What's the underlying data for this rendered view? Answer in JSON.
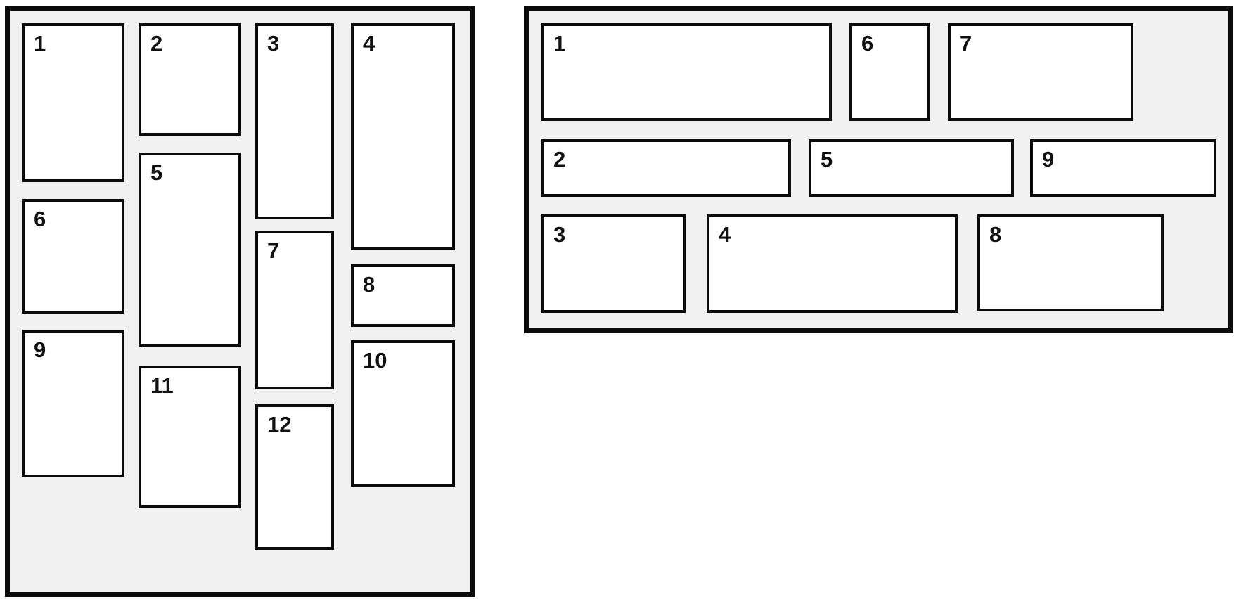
{
  "diagram": {
    "left_panel": {
      "name": "vertical-masonry-grid",
      "item_count": 12,
      "items": [
        "1",
        "2",
        "3",
        "4",
        "5",
        "6",
        "7",
        "8",
        "9",
        "10",
        "11",
        "12"
      ]
    },
    "right_panel": {
      "name": "horizontal-masonry-grid",
      "item_count": 9,
      "items": [
        "1",
        "2",
        "3",
        "4",
        "5",
        "6",
        "7",
        "8",
        "9"
      ]
    }
  },
  "colors": {
    "page_bg": "#ffffff",
    "panel_bg": "#f1f1f1",
    "border": "#0b0b0b",
    "box_bg": "#ffffff",
    "label": "#111111"
  }
}
